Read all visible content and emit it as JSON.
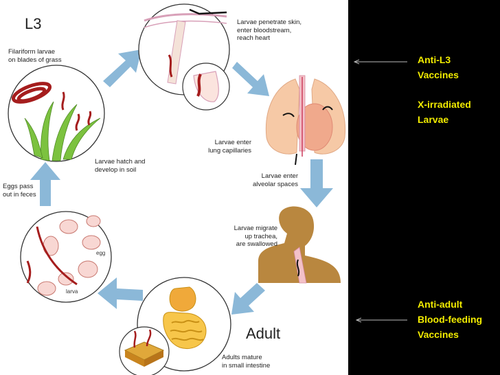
{
  "diagram": {
    "stage_label_l3": "L3",
    "stage_label_adult": "Adult",
    "labels": {
      "filariform": "Filariform larvae\non blades of grass",
      "penetrate": "Larvae penetrate skin,\nenter bloodstream,\nreach heart",
      "lung_capillaries": "Larvae enter\nlung capillaries",
      "alveolar": "Larvae enter\nalveolar spaces",
      "trachea": "Larvae migrate\nup trachea,\nare swallowed",
      "hatch": "Larvae hatch and\ndevelop in soil",
      "eggs": "Eggs pass\nout in feces",
      "adults": "Adults mature\nin small intestine",
      "egg": "egg",
      "larva": "larva"
    }
  },
  "panel": {
    "anti_l3": "Anti-L3\nVaccines",
    "x_irradiated": "X-irradiated\nLarvae",
    "anti_adult": "Anti-adult\nBlood-feeding\nVaccines"
  },
  "colors": {
    "arrow_blue": "#8bb8d8",
    "panel_bg": "#000000",
    "vaccine_text": "#f2ec00",
    "worm_red": "#a51d1d",
    "grass_green": "#7cc23f",
    "skin_brown": "#b9873f",
    "lung_pink": "#f6c9a6"
  }
}
